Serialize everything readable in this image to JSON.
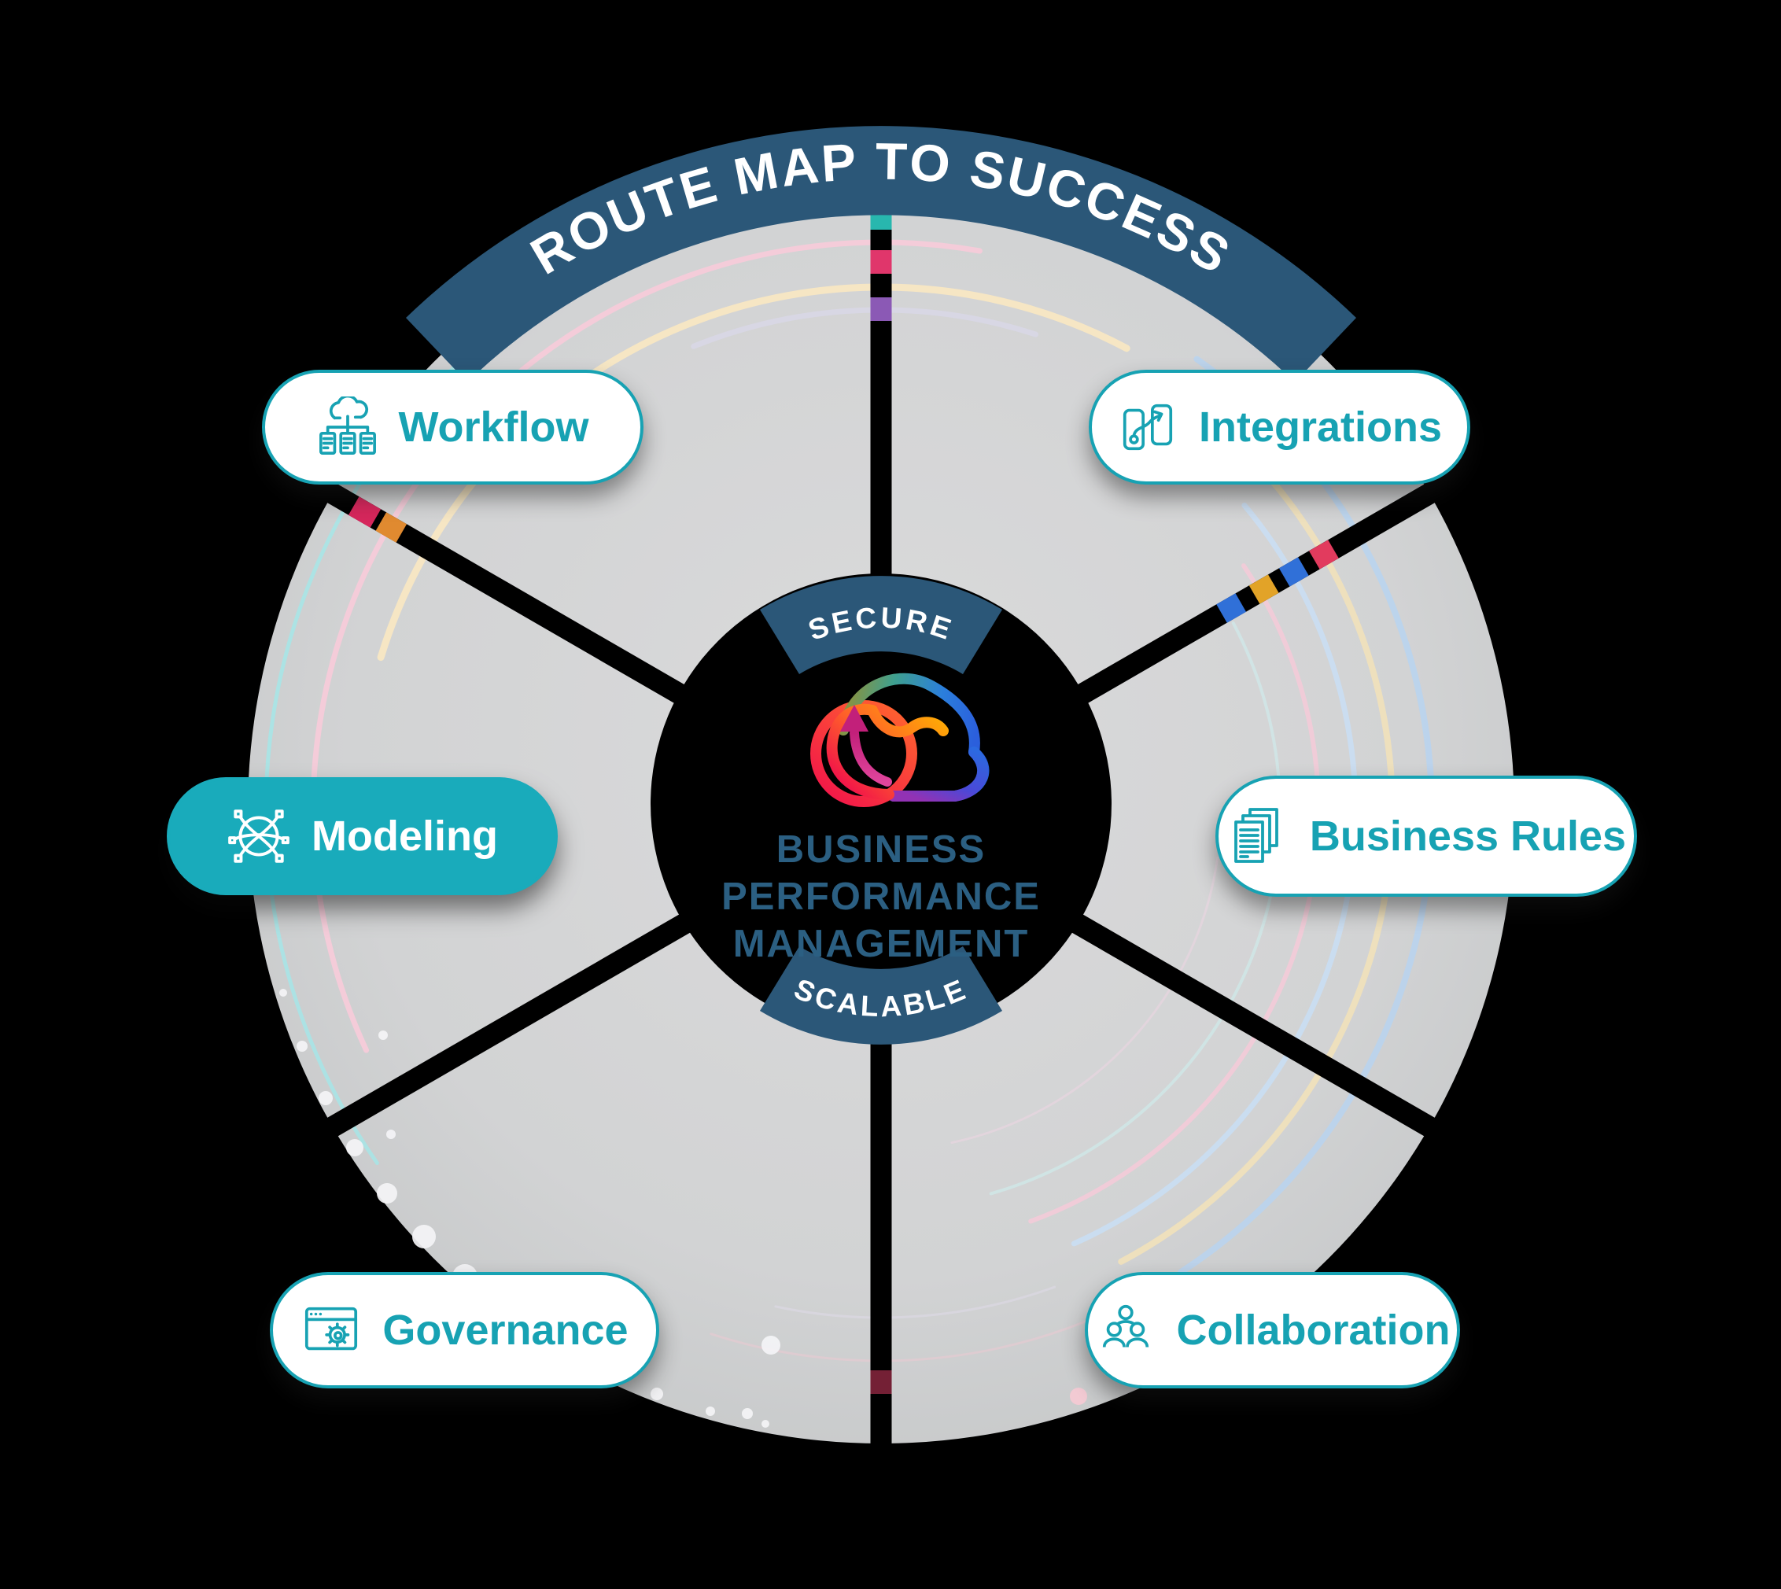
{
  "banner": {
    "title": "ROUTE MAP TO SUCCESS"
  },
  "hub": {
    "logo": "cloud-arrow-logo",
    "top_ribbon": "SECURE",
    "bottom_ribbon": "SCALABLE",
    "title_lines": [
      "BUSINESS",
      "PERFORMANCE",
      "MANAGEMENT"
    ]
  },
  "segments": [
    {
      "id": "workflow",
      "label": "Workflow",
      "icon": "cloud-network-icon",
      "highlighted": false
    },
    {
      "id": "integrations",
      "label": "Integrations",
      "icon": "integration-flow-icon",
      "highlighted": false
    },
    {
      "id": "modeling",
      "label": "Modeling",
      "icon": "sphere-model-icon",
      "highlighted": true
    },
    {
      "id": "business-rules",
      "label": "Business Rules",
      "icon": "documents-icon",
      "highlighted": false
    },
    {
      "id": "governance",
      "label": "Governance",
      "icon": "window-gear-icon",
      "highlighted": false
    },
    {
      "id": "collaboration",
      "label": "Collaboration",
      "icon": "people-icon",
      "highlighted": false
    }
  ],
  "colors": {
    "accent_teal": "#17A2B3",
    "highlight_fill": "#19ABBB",
    "banner_blue": "#2B5778",
    "hub_text": "#2B5F82",
    "wheel_gray": "#D2D3D4"
  }
}
